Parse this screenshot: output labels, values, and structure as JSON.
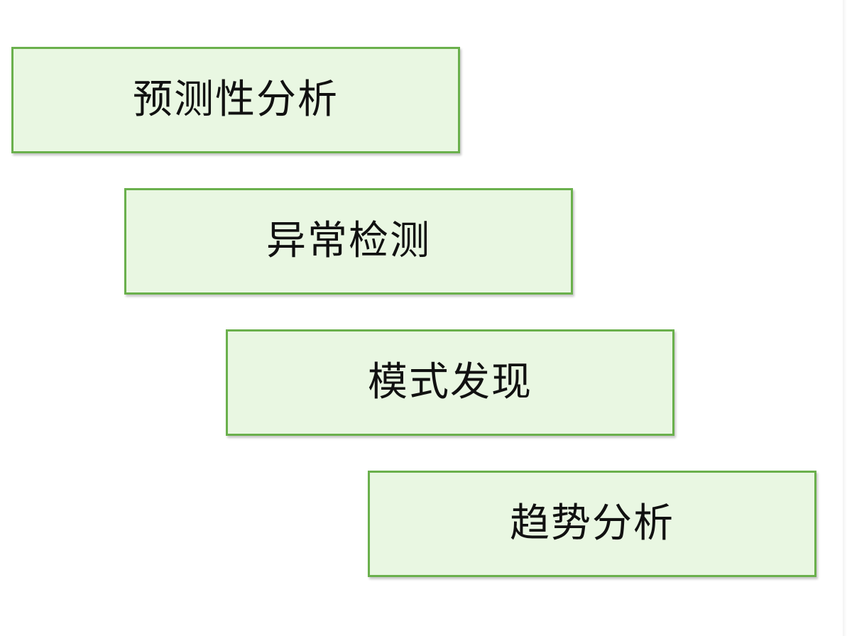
{
  "steps": [
    {
      "label": "预测性分析"
    },
    {
      "label": "异常检测"
    },
    {
      "label": "模式发现"
    },
    {
      "label": "趋势分析"
    }
  ],
  "colors": {
    "box_fill": "#e9f7e2",
    "box_border": "#6ab04c",
    "text": "#111111"
  }
}
